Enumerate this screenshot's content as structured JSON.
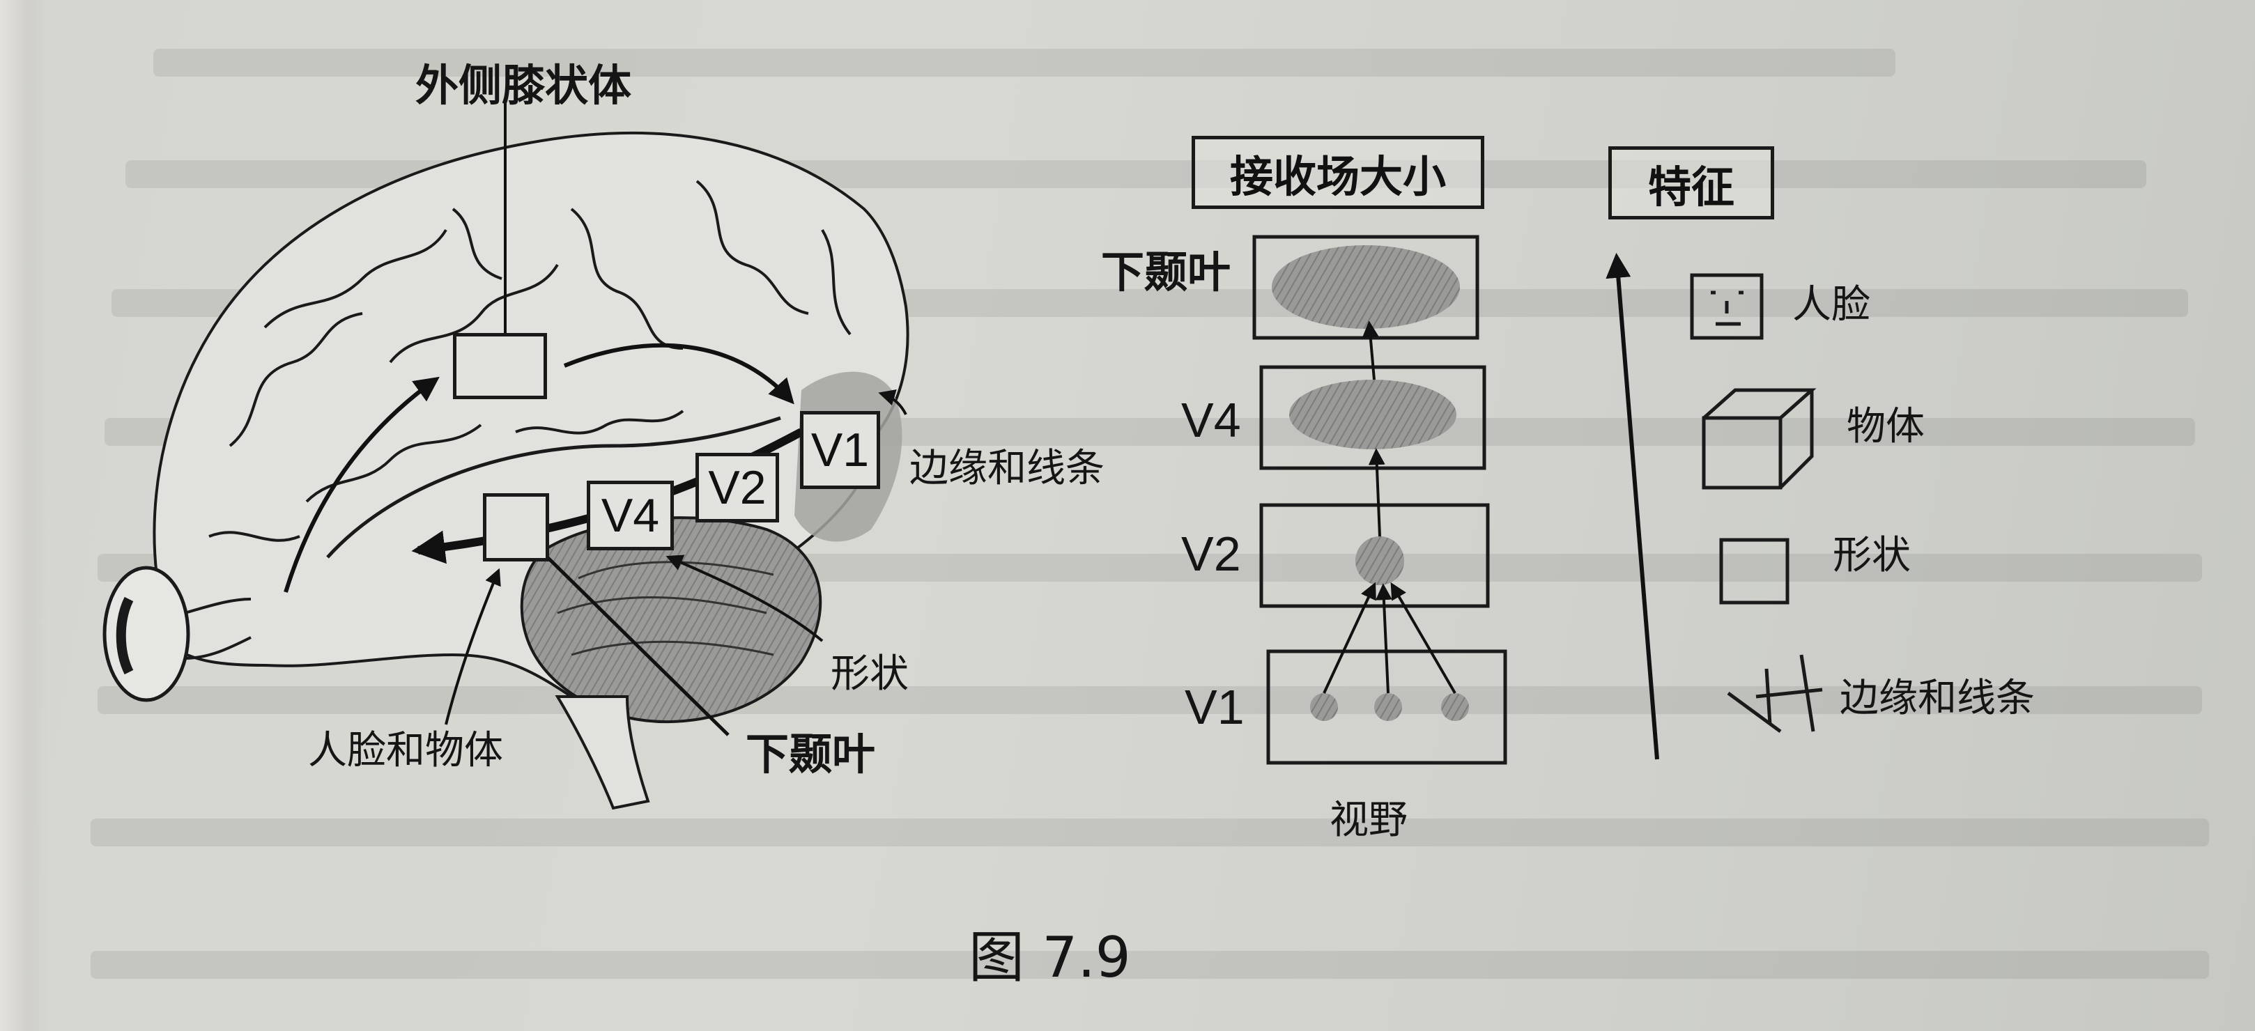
{
  "brain": {
    "lgn_label": "外侧膝状体",
    "v1_label": "V1",
    "v2_label": "V2",
    "v4_label": "V4",
    "edge_label": "边缘和线条",
    "shape_label": "形状",
    "face_object_label": "人脸和物体",
    "it_label": "下颞叶"
  },
  "hierarchy": {
    "header_rf": "接收场大小",
    "header_feature": "特征",
    "levels": [
      {
        "name": "下颞叶"
      },
      {
        "name": "V4"
      },
      {
        "name": "V2"
      },
      {
        "name": "V1"
      }
    ],
    "bottom_label": "视野",
    "features": [
      {
        "label": "人脸",
        "icon": "face-icon"
      },
      {
        "label": "物体",
        "icon": "cube-icon"
      },
      {
        "label": "形状",
        "icon": "square-icon"
      },
      {
        "label": "边缘和线条",
        "icon": "edge-lines-icon"
      }
    ]
  },
  "caption": "图 7.9"
}
